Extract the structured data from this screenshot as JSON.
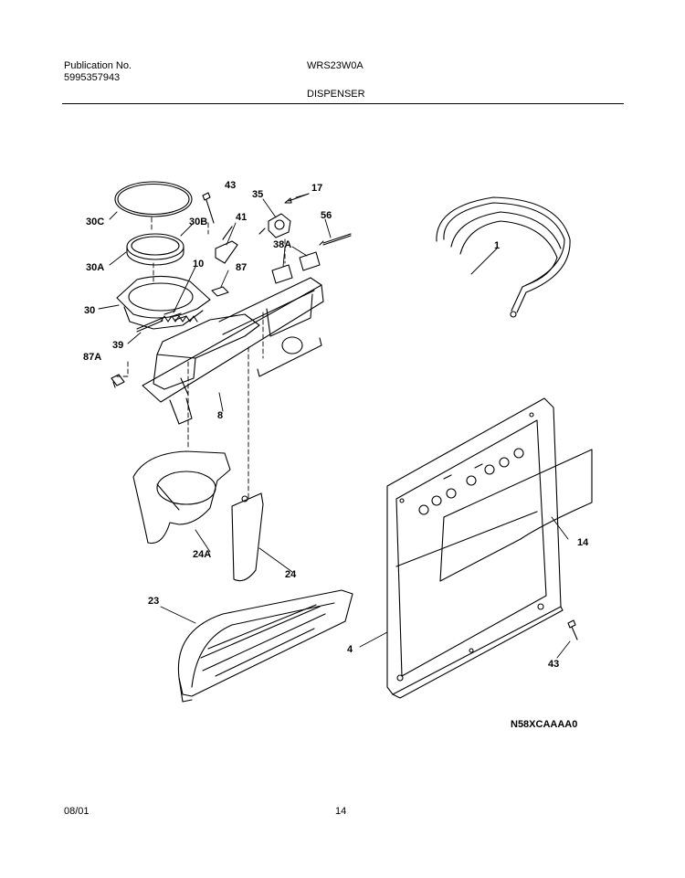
{
  "header": {
    "publication_label": "Publication No.",
    "publication_number": "5995357943",
    "model": "WRS23W0A",
    "section": "DISPENSER"
  },
  "figure_code": "N58XCAAAA0",
  "footer": {
    "date": "08/01",
    "page": "14"
  },
  "parts": [
    {
      "id": "30C",
      "text": "30C"
    },
    {
      "id": "30B",
      "text": "30B"
    },
    {
      "id": "30A",
      "text": "30A"
    },
    {
      "id": "30",
      "text": "30"
    },
    {
      "id": "10",
      "text": "10"
    },
    {
      "id": "39",
      "text": "39"
    },
    {
      "id": "87A",
      "text": "87A"
    },
    {
      "id": "43a",
      "text": "43"
    },
    {
      "id": "41",
      "text": "41"
    },
    {
      "id": "87",
      "text": "87"
    },
    {
      "id": "35",
      "text": "35"
    },
    {
      "id": "17",
      "text": "17"
    },
    {
      "id": "56",
      "text": "56"
    },
    {
      "id": "38A",
      "text": "38A"
    },
    {
      "id": "1",
      "text": "1"
    },
    {
      "id": "8",
      "text": "8"
    },
    {
      "id": "24A",
      "text": "24A"
    },
    {
      "id": "24",
      "text": "24"
    },
    {
      "id": "23",
      "text": "23"
    },
    {
      "id": "14",
      "text": "14"
    },
    {
      "id": "4",
      "text": "4"
    },
    {
      "id": "43b",
      "text": "43"
    }
  ]
}
